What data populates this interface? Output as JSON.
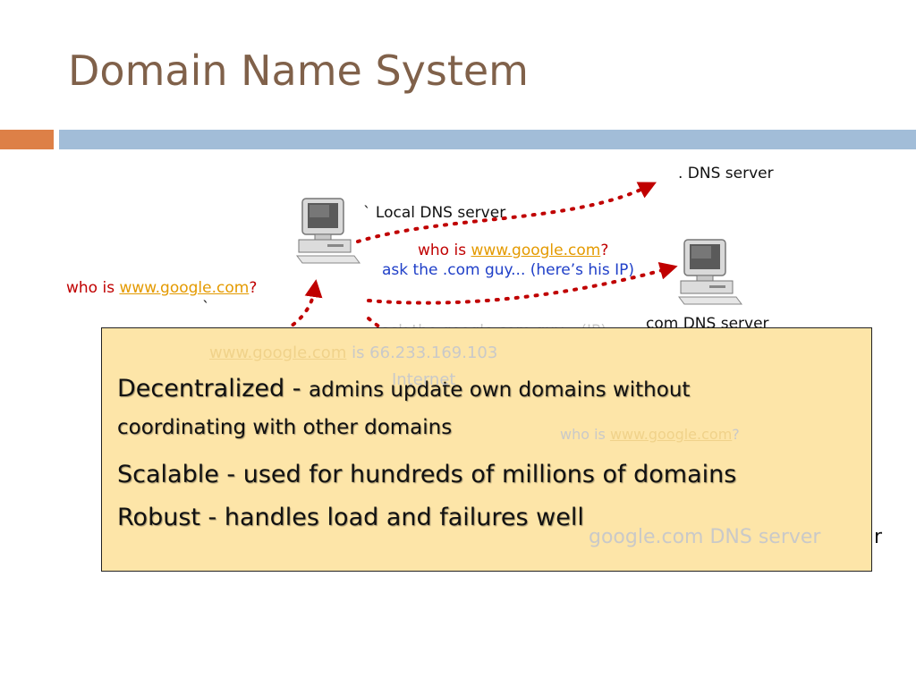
{
  "slide": {
    "title": "Domain Name System"
  },
  "labels": {
    "dot_dns_server": ". DNS server",
    "local_dns_server": "` Local DNS server",
    "who_is_prefix": "who is ",
    "google_link": "www.google.com",
    "question_mark": "?",
    "ask_com_guy": "ask the .com guy... (here’s his IP)",
    "client_tick": "`",
    "ask_google_guy": "ask the google.com guy... (IP)",
    "com_dns_server": "com DNS server",
    "answer_prefix": "www.google.com",
    "answer_suffix": " is 66.233.169.103",
    "internet_label": "Internet",
    "google_dns_server": "google.com DNS server",
    "google_dns_server_tail": "r"
  },
  "popup": {
    "line1_strong": "Decentralized - ",
    "line1_rest": "admins update own domains without",
    "line2": "coordinating with other domains",
    "line3": "Scalable - used for hundreds of millions of domains",
    "line4": "Robust - handles load and failures well"
  },
  "colors": {
    "title": "#80614a",
    "accent_orange": "#dd8047",
    "accent_blue": "#a2bdd8",
    "arrow_red": "#c00000",
    "popup_bg": "#fde5a8"
  }
}
